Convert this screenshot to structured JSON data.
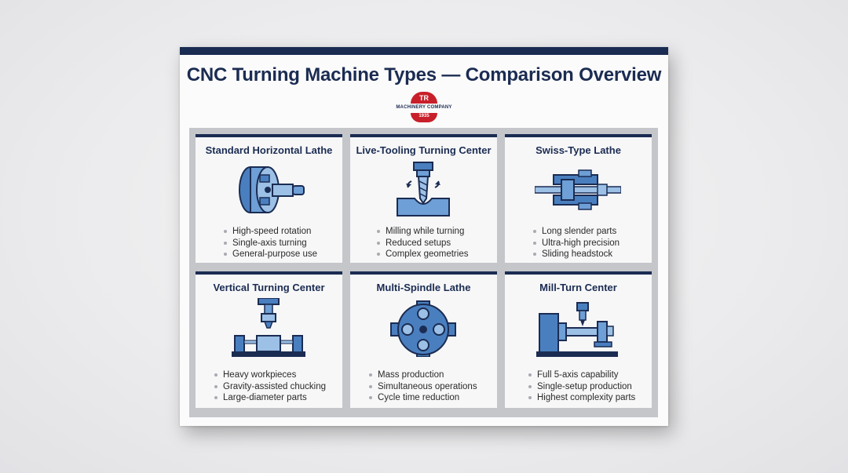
{
  "document": {
    "title": "CNC Turning Machine Types — Comparison Overview",
    "logo": {
      "top_text": "TR",
      "middle_text": "MACHINERY COMPANY",
      "bottom_text": "1935"
    }
  },
  "colors": {
    "navy": "#1b2c52",
    "accent_blue": "#4a7fbf",
    "light_blue": "#9cc0e6",
    "red": "#c8202a"
  },
  "cards": [
    {
      "title": "Standard Horizontal Lathe",
      "icon": "lathe-chuck-icon",
      "bullets": [
        "High-speed rotation",
        "Single-axis turning",
        "General-purpose use"
      ]
    },
    {
      "title": "Live-Tooling Turning Center",
      "icon": "rotating-end-mill-icon",
      "bullets": [
        "Milling while turning",
        "Reduced setups",
        "Complex geometries"
      ]
    },
    {
      "title": "Swiss-Type Lathe",
      "icon": "sliding-headstock-icon",
      "bullets": [
        "Long slender parts",
        "Ultra-high precision",
        "Sliding headstock"
      ]
    },
    {
      "title": "Vertical Turning Center",
      "icon": "vertical-turning-icon",
      "bullets": [
        "Heavy workpieces",
        "Gravity-assisted chucking",
        "Large-diameter parts"
      ]
    },
    {
      "title": "Multi-Spindle Lathe",
      "icon": "multi-spindle-drum-icon",
      "bullets": [
        "Mass production",
        "Simultaneous operations",
        "Cycle time reduction"
      ]
    },
    {
      "title": "Mill-Turn Center",
      "icon": "mill-turn-machine-icon",
      "bullets": [
        "Full 5-axis capability",
        "Single-setup production",
        "Highest complexity parts"
      ]
    }
  ]
}
